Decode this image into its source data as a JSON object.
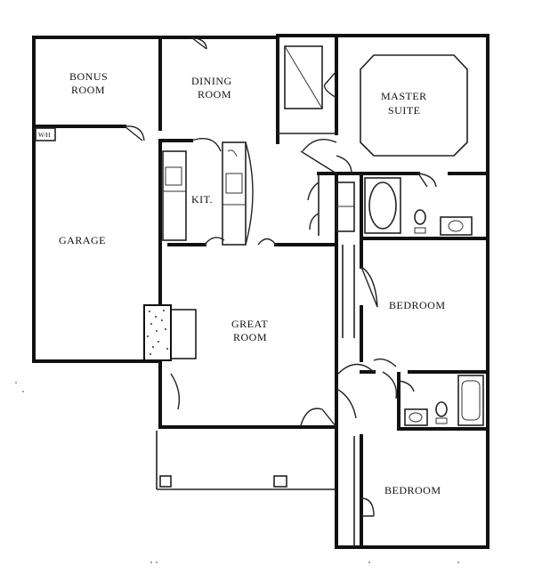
{
  "rooms": {
    "bonus": [
      "BONUS",
      "ROOM"
    ],
    "dining": [
      "DINING",
      "ROOM"
    ],
    "master": [
      "MASTER",
      "SUITE"
    ],
    "kitchen": "KIT.",
    "garage": "GARAGE",
    "great": [
      "GREAT",
      "ROOM"
    ],
    "bedroom_1": "BEDROOM",
    "bedroom_2": "BEDROOM"
  },
  "fixtures": {
    "water_heater": "W/H"
  }
}
